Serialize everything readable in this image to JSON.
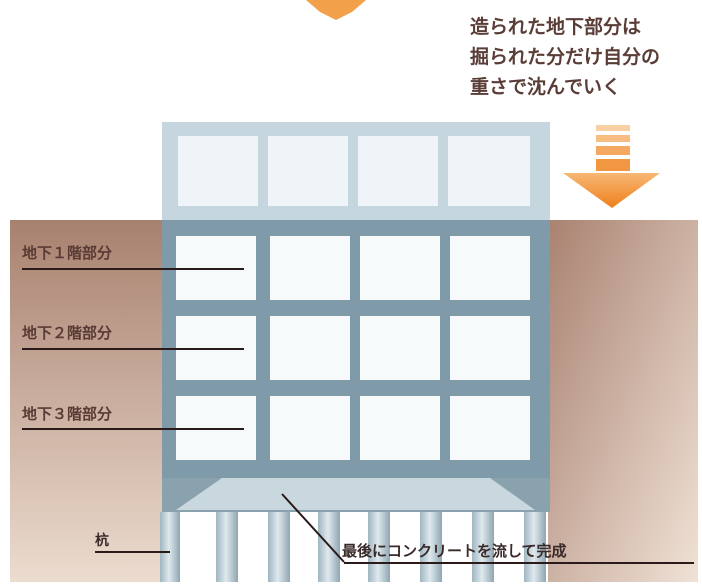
{
  "caption": {
    "line1": "造られた地下部分は",
    "line2": "掘られた分だけ自分の",
    "line3": "重さで沈んでいく"
  },
  "floors": [
    {
      "label": "地下１階部分"
    },
    {
      "label": "地下２階部分"
    },
    {
      "label": "地下３階部分"
    }
  ],
  "pile_label": "杭",
  "complete_label": "最後にコンクリートを流して完成",
  "colors": {
    "arrow": "#f08a22",
    "frame": "#7f9aa8",
    "soil_top": "#a8816f",
    "soil_bottom": "#ecdccf"
  }
}
